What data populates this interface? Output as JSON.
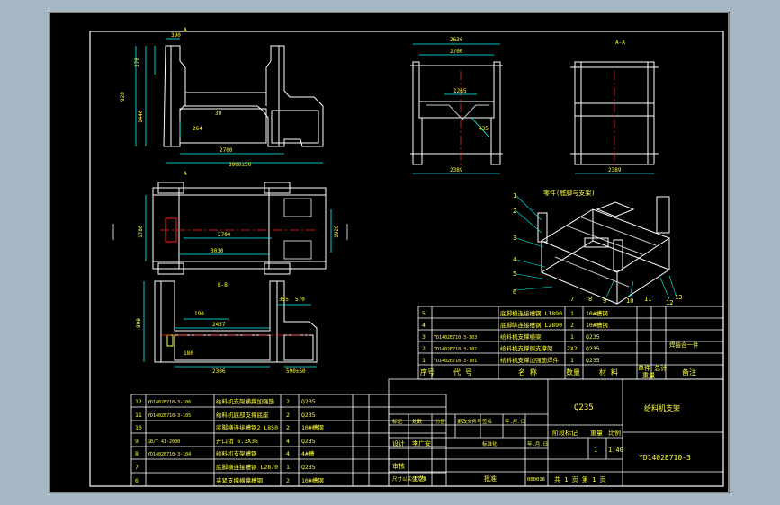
{
  "colors": {
    "ui_background": "#a6b8c4",
    "paper": "#000000",
    "line": "#ffffff",
    "dim": "#00ffff",
    "center": "#ff2020",
    "text_yellow": "#ffff40",
    "hidden": "#c8c8c8"
  },
  "views": {
    "section_mark_top": "A",
    "section_mark_bottom": "A",
    "section_b_mark": "B-B",
    "side_view_title": "A-A",
    "front_dims": {
      "d390": "390",
      "d370": "370",
      "d920": "920",
      "d1440": "1440",
      "d30": "30",
      "d264": "264",
      "d2700": "2700",
      "d3000": "3000±50"
    },
    "plan_dims": {
      "d1780": "1780",
      "d1920": "1920",
      "d2700": "2700",
      "d3030": "3030"
    },
    "section_dims": {
      "d355": "355",
      "d570": "570",
      "d890": "890",
      "d2457": "2457",
      "d190": "190",
      "d180": "180",
      "d2306": "2306",
      "d590": "590±50"
    },
    "end_dims": {
      "d2630": "2630",
      "d2700": "2700",
      "d1265": "1265",
      "d435": "435",
      "d2389a": "2389"
    },
    "side_dims": {
      "d2389b": "2389"
    },
    "iso_title": "零件(底脚与支架)",
    "iso_numbers": [
      "1",
      "2",
      "3",
      "4",
      "5",
      "6",
      "7",
      "8",
      "9",
      "10",
      "11",
      "12",
      "13"
    ]
  },
  "upper_bom": {
    "rows": [
      {
        "no": "5",
        "code": "",
        "name": "底脚横连接槽钢 L1890",
        "qty": "1",
        "material": "10#槽钢",
        "note": ""
      },
      {
        "no": "4",
        "code": "",
        "name": "底脚纵连接槽钢 L2890",
        "qty": "2",
        "material": "10#槽钢",
        "note": ""
      },
      {
        "no": "3",
        "code": "YD1402E710-3-103",
        "name": "给料机支撑横梁",
        "qty": "1",
        "material": "Q235",
        "note": "焊接合一件"
      },
      {
        "no": "2",
        "code": "YD1402E710-3-102",
        "name": "给料机支撑侧支撑架",
        "qty": "2X2",
        "material": "Q235",
        "note": ""
      },
      {
        "no": "1",
        "code": "YD1402E710-3-101",
        "name": "给料机支撑加强筋焊件",
        "qty": "1",
        "material": "Q235",
        "note": ""
      }
    ],
    "header": {
      "no": "序号",
      "code": "代  号",
      "name": "名  称",
      "qty": "数量",
      "material": "材  料",
      "weight_top": "单件 总计",
      "weight_bot": "重量",
      "note": "备注"
    }
  },
  "lower_bom": {
    "rows": [
      {
        "no": "12",
        "code": "YD1402E710-3-106",
        "name": "给料机支架横撑加强筋",
        "qty": "2",
        "material": "Q235"
      },
      {
        "no": "11",
        "code": "YD1402E710-3-105",
        "name": "给料机底部支撑底座",
        "qty": "2",
        "material": "Q235"
      },
      {
        "no": "10",
        "code": "",
        "name": "底脚横连接槽钢2 L850",
        "qty": "2",
        "material": "10#槽钢"
      },
      {
        "no": "9",
        "code": "GB/T 41-2000",
        "name": "开口销 6.3X36",
        "qty": "4",
        "material": "Q235"
      },
      {
        "no": "8",
        "code": "YD1402E710-3-104",
        "name": "给料机支架槽钢",
        "qty": "4",
        "material": "4#槽"
      },
      {
        "no": "7",
        "code": "",
        "name": "底脚横连接槽钢 L2870",
        "qty": "1",
        "material": "Q235"
      },
      {
        "no": "6",
        "code": "",
        "name": "夹紧支撑横撑槽钢",
        "qty": "2",
        "material": "10#槽钢"
      }
    ]
  },
  "title_block": {
    "material": "Q235",
    "drawing_name": "给料机支架",
    "drawing_no": "YD1402E710-3",
    "stage_label": "阶段标记",
    "weight_label": "重量",
    "scale_label": "比例",
    "scale_value": "1:40",
    "qty_value": "1",
    "sheet_info": "共 1 页  第 1 页",
    "rev_headers": [
      "标记",
      "处数",
      "分区",
      "更改文件号",
      "签名",
      "年.月.日"
    ],
    "design_label": "设计",
    "design_name": "李广安",
    "std_label": "标准化",
    "review_label": "审核",
    "craft_label": "工艺",
    "approve_label": "批准",
    "date_note": "年.月.日",
    "size_note": "尺寸以实体为准",
    "code_note": "000018"
  }
}
